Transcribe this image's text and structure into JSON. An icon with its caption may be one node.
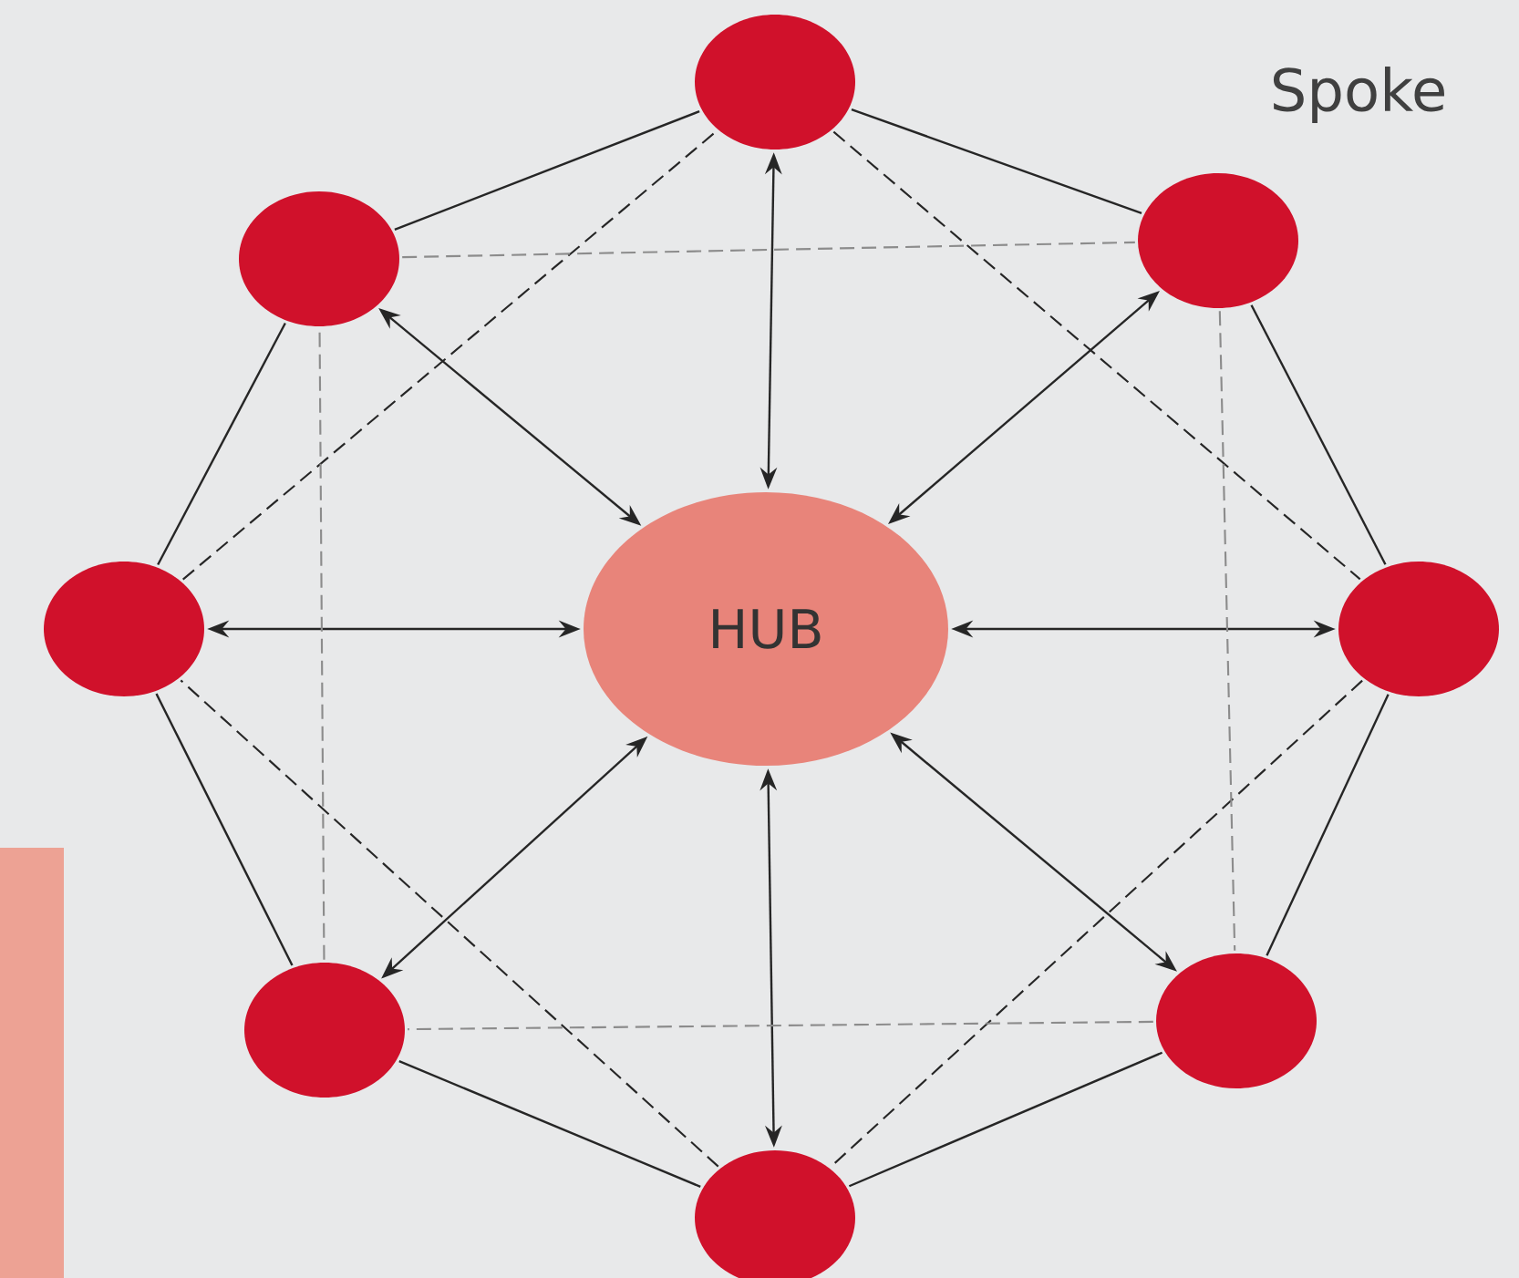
{
  "diagram": {
    "nodes": [
      {
        "text": [
          "HUB"
        ]
      },
      {
        "text": [],
        "shape": "circle"
      },
      {
        "text": [],
        "shape": "circle"
      },
      {
        "text": [],
        "shape": "circle"
      },
      {
        "text": [],
        "shape": "circle"
      },
      {
        "text": [],
        "shape": "circle"
      },
      {
        "text": [],
        "shape": "circle"
      },
      {
        "text": [],
        "shape": "circle"
      },
      {
        "text": [],
        "shape": "circle"
      }
    ],
    "edges": [
      {
        "from": 0,
        "to": 1,
        "arrow": "both"
      },
      {
        "from": 0,
        "to": 2,
        "arrow": "both"
      },
      {
        "from": 0,
        "to": 3,
        "arrow": "both"
      },
      {
        "from": 0,
        "to": 4,
        "arrow": "both"
      },
      {
        "from": 0,
        "to": 5,
        "arrow": "both"
      },
      {
        "from": 0,
        "to": 6,
        "arrow": "both"
      },
      {
        "from": 0,
        "to": 7,
        "arrow": "both"
      },
      {
        "from": 0,
        "to": 8,
        "arrow": "both"
      },
      {
        "from": 1,
        "to": 2,
        "arrow": "none"
      },
      {
        "from": 2,
        "to": 3,
        "arrow": "none"
      },
      {
        "from": 3,
        "to": 4,
        "arrow": "none"
      },
      {
        "from": 4,
        "to": 5,
        "arrow": "none"
      },
      {
        "from": 5,
        "to": 6,
        "arrow": "none"
      },
      {
        "from": 6,
        "to": 7,
        "arrow": "none"
      },
      {
        "from": 7,
        "to": 8,
        "arrow": "none"
      },
      {
        "from": 8,
        "to": 1,
        "arrow": "none"
      },
      {
        "from": 1,
        "to": 3,
        "arrow": "none",
        "style": "dashed"
      },
      {
        "from": 3,
        "to": 5,
        "arrow": "none",
        "style": "dashed"
      },
      {
        "from": 5,
        "to": 7,
        "arrow": "none",
        "style": "dashed"
      },
      {
        "from": 7,
        "to": 1,
        "arrow": "none",
        "style": "dashed"
      },
      {
        "from": 8,
        "to": 2,
        "arrow": "none",
        "style": "dashed",
        "color": "#8c8c8c"
      },
      {
        "from": 2,
        "to": 4,
        "arrow": "none",
        "style": "dashed",
        "color": "#8c8c8c"
      },
      {
        "from": 4,
        "to": 6,
        "arrow": "none",
        "style": "dashed",
        "color": "#8c8c8c"
      },
      {
        "from": 6,
        "to": 8,
        "arrow": "none",
        "style": "dashed",
        "color": "#8c8c8c"
      }
    ],
    "labels": [
      "Spoke"
    ]
  }
}
